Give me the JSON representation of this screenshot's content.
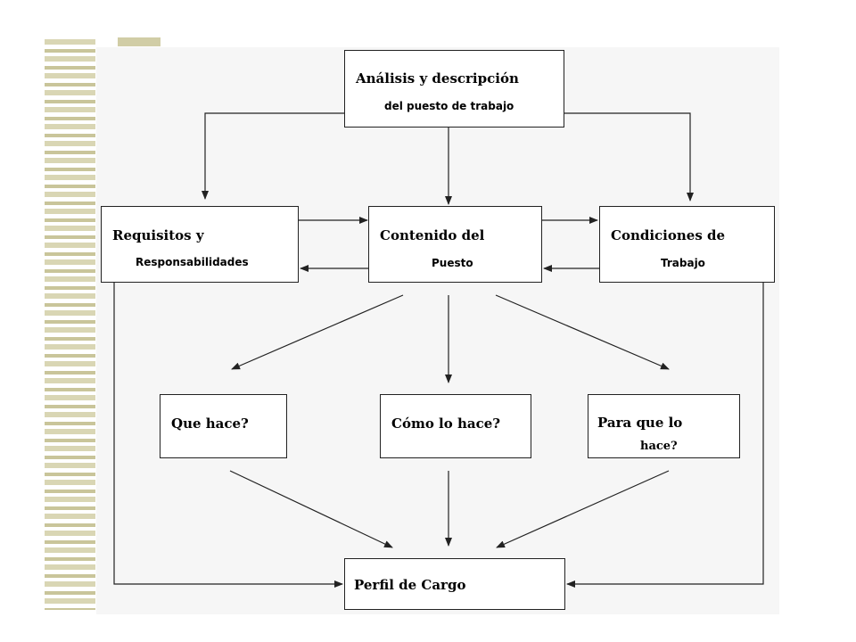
{
  "diagram": {
    "top": {
      "line1": "Análisis y descripción",
      "line2": "del puesto de trabajo"
    },
    "requisitos": {
      "line1": "Requisitos y",
      "line2": "Responsabilidades"
    },
    "contenido": {
      "line1": "Contenido del",
      "line2": "Puesto"
    },
    "condiciones": {
      "line1": "Condiciones de",
      "line2": "Trabajo"
    },
    "que": {
      "line1": "Que hace?"
    },
    "como": {
      "line1": "Cómo lo hace?"
    },
    "para": {
      "line1": "Para que lo",
      "line2": "hace?"
    },
    "perfil": {
      "line1": "Perfil de Cargo"
    }
  },
  "colors": {
    "stripe": "#d9d6b4",
    "canvas": "#f6f6f6",
    "line": "#222222"
  }
}
